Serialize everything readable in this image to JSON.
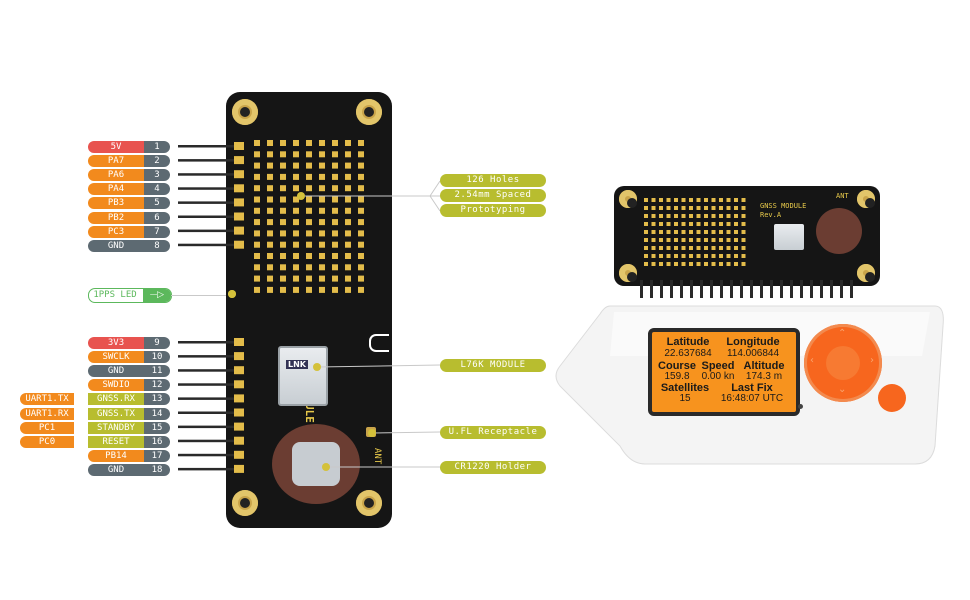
{
  "pins_left_top": [
    {
      "label": "5V",
      "num": "1",
      "color": "#e8534f"
    },
    {
      "label": "PA7",
      "num": "2",
      "color": "#f28a1d"
    },
    {
      "label": "PA6",
      "num": "3",
      "color": "#f28a1d"
    },
    {
      "label": "PA4",
      "num": "4",
      "color": "#f28a1d"
    },
    {
      "label": "PB3",
      "num": "5",
      "color": "#f28a1d"
    },
    {
      "label": "PB2",
      "num": "6",
      "color": "#f28a1d"
    },
    {
      "label": "PC3",
      "num": "7",
      "color": "#f28a1d"
    },
    {
      "label": "GND",
      "num": "8",
      "color": "#5d6a72"
    }
  ],
  "pins_left_bottom": [
    {
      "label": "3V3",
      "num": "9",
      "color": "#e8534f",
      "extra": ""
    },
    {
      "label": "SWCLK",
      "num": "10",
      "color": "#f28a1d",
      "extra": ""
    },
    {
      "label": "GND",
      "num": "11",
      "color": "#5d6a72",
      "extra": ""
    },
    {
      "label": "SWDIO",
      "num": "12",
      "color": "#f28a1d",
      "extra": ""
    },
    {
      "label": "GNSS.RX",
      "num": "13",
      "color": "#b8bd2f",
      "extra": "UART1.TX"
    },
    {
      "label": "GNSS.TX",
      "num": "14",
      "color": "#b8bd2f",
      "extra": "UART1.RX"
    },
    {
      "label": "STANDBY",
      "num": "15",
      "color": "#b8bd2f",
      "extra": "PC1"
    },
    {
      "label": "RESET",
      "num": "16",
      "color": "#b8bd2f",
      "extra": "PC0"
    },
    {
      "label": "PB14",
      "num": "17",
      "color": "#f28a1d",
      "extra": ""
    },
    {
      "label": "GND",
      "num": "18",
      "color": "#5d6a72",
      "extra": ""
    }
  ],
  "led_label": "1PPS LED",
  "callouts": {
    "holes": "126 Holes",
    "spacing": "2.54mm Spaced",
    "proto": "Prototyping",
    "module": "L76K MODULE",
    "ufl": "U.FL Receptacle",
    "cr1220": "CR1220 Holder"
  },
  "board": {
    "silk_title": "GNSS MODULE",
    "silk_rev": "Rev.A",
    "ant": "ANT",
    "module_brand": "LNK"
  },
  "lcd": {
    "lat_label": "Latitude",
    "lat_val": "22.637684",
    "lon_label": "Longitude",
    "lon_val": "114.006844",
    "course_label": "Course",
    "course_val": "159.8",
    "speed_label": "Speed",
    "speed_val": "0.00 kn",
    "alt_label": "Altitude",
    "alt_val": "174.3 m",
    "sat_label": "Satellites",
    "sat_val": "15",
    "fix_label": "Last Fix",
    "fix_val": "16:48:07 UTC"
  },
  "colors": {
    "red": "#e8534f",
    "orange": "#f28a1d",
    "gray": "#5d6a72",
    "olive": "#b8bd2f",
    "green_led": "#5cb85c",
    "lcd": "#f7931e"
  }
}
